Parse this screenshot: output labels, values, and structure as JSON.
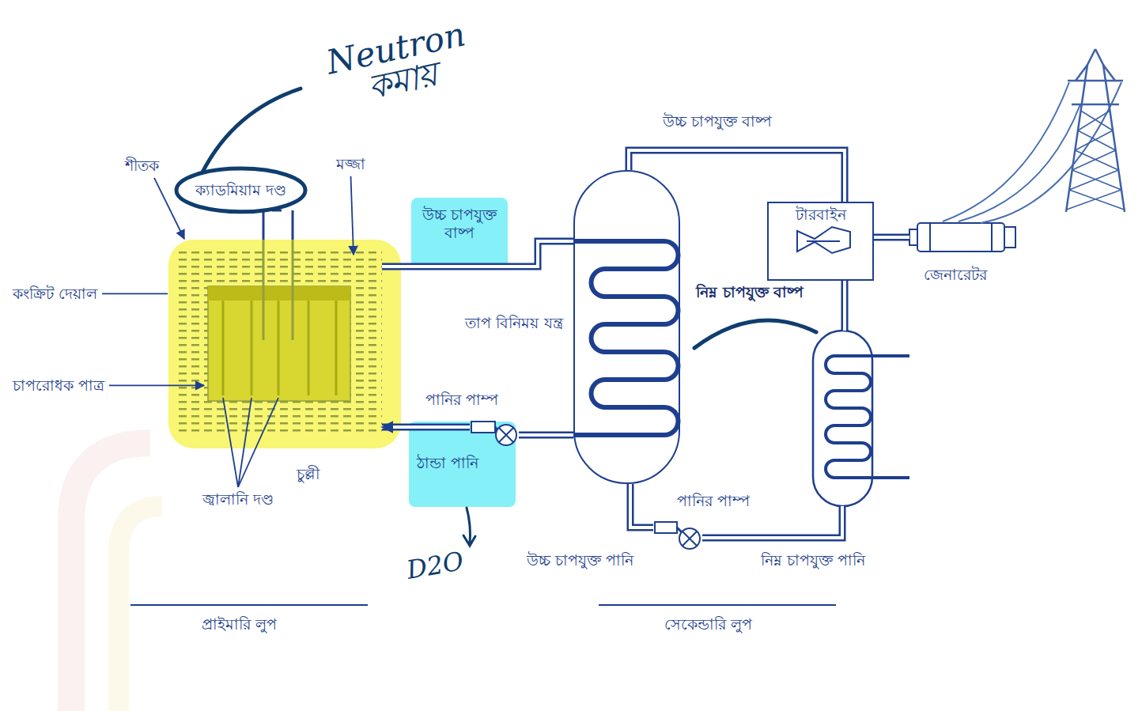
{
  "diagram": {
    "nodes": [
      {
        "text": [
          "চুল্লী"
        ]
      },
      {
        "text": [
          "তাপ বিনিময় যন্ত্র"
        ]
      },
      {
        "text": [
          "টারবাইন"
        ]
      },
      {
        "text": [
          "জেনারেটর"
        ]
      },
      {
        "text": [
          "পানির পাম্প"
        ]
      },
      {
        "text": [
          "পানির পাম্প"
        ]
      }
    ],
    "edges": [
      {
        "from": 0,
        "to": 1,
        "arrow": "none",
        "label": "উচ্চ চাপযুক্ত বাষ্প"
      },
      {
        "from": 1,
        "to": 4,
        "arrow": "none"
      },
      {
        "from": 4,
        "to": 0,
        "arrow": "to",
        "label": "ঠান্ডা পানি"
      },
      {
        "from": 1,
        "to": 2,
        "arrow": "none",
        "label": "উচ্চ চাপযুক্ত বাষ্প"
      },
      {
        "from": 2,
        "to": 3,
        "arrow": "none"
      },
      {
        "from": 5,
        "to": 1,
        "arrow": "none",
        "label": "উচ্চ চাপযুক্ত পানি"
      }
    ],
    "labels": [
      "Neutron কমায়",
      "শীতক",
      "মজ্জা",
      "ক্যাডমিয়াম দণ্ড",
      "কংক্রিট দেয়াল",
      "চাপরোধক পাত্র",
      "জ্বালানি দণ্ড",
      "নিম্ন চাপযুক্ত বাষ্প",
      "নিম্ন চাপযুক্ত পানি",
      "D2O",
      "প্রাইমারি লুপ",
      "সেকেন্ডারি লুপ"
    ]
  }
}
